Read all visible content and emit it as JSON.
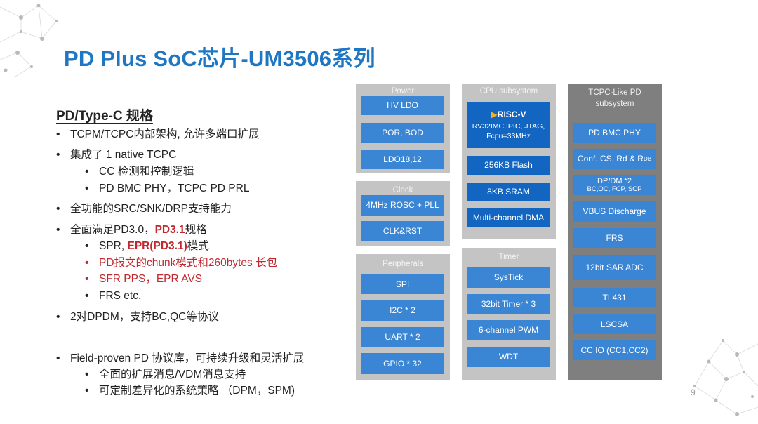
{
  "slide": {
    "title": "PD Plus SoC芯片-UM3506系列",
    "page_number": "9"
  },
  "spec": {
    "heading": "PD/Type-C 规格",
    "b1": "TCPM/TCPC内部架构, 允许多端口扩展",
    "b2": "集成了 1 native TCPC",
    "b2_1": "CC 检测和控制逻辑",
    "b2_2": "PD BMC PHY，TCPC PD PRL",
    "b3": "全功能的SRC/SNK/DRP支持能力",
    "b4_pre": "全面满足PD3.0，",
    "b4_red": "PD3.1",
    "b4_post": "规格",
    "b4_1_pre": "SPR, ",
    "b4_1_red": "EPR(PD3.1)",
    "b4_1_post": "模式",
    "b4_2": "PD报文的chunk模式和260bytes 长包",
    "b4_3": "SFR PPS，EPR AVS",
    "b4_4": "FRS etc.",
    "b5": "2对DPDM，支持BC,QC等协议",
    "b6": "Field-proven PD 协议库，可持续升级和灵活扩展",
    "b6_1": "全面的扩展消息/VDM消息支持",
    "b6_2": "可定制差异化的系统策略 （DPM，SPM)"
  },
  "diagram": {
    "power": {
      "label": "Power",
      "items": [
        "HV LDO",
        "POR, BOD",
        "LDO18,12"
      ]
    },
    "clock": {
      "label": "Clock",
      "items": [
        "4MHz ROSC + PLL",
        "CLK&RST"
      ]
    },
    "peripherals": {
      "label": "Peripherals",
      "items": [
        "SPI",
        "I2C * 2",
        "UART * 2",
        "GPIO * 32"
      ]
    },
    "cpu": {
      "label": "CPU subsystem",
      "logo": "RISC-V",
      "core_line1": "RV32IMC,IPIC, JTAG,",
      "core_line2": "Fcpu=33MHz",
      "items": [
        "256KB Flash",
        "8KB SRAM",
        "Multi-channel DMA"
      ]
    },
    "timer": {
      "label": "Timer",
      "items": [
        "SysTick",
        "32bit Timer * 3",
        "6-channel PWM",
        "WDT"
      ]
    },
    "tcpc": {
      "label_line1": "TCPC-Like PD",
      "label_line2": "subsystem",
      "items": [
        "PD BMC PHY",
        "Conf. CS, Rd & R",
        "DP/DM *2",
        "BC,QC, FCP, SCP",
        "VBUS Discharge",
        "FRS",
        "12bit SAR ADC",
        "TL431",
        "LSCSA",
        "CC IO (CC1,CC2)"
      ],
      "rdb_sub": "DB"
    }
  },
  "colors": {
    "title": "#1f77c4",
    "box": "#3a86d4",
    "cpu_box": "#1266c1",
    "red": "#c0282e"
  }
}
